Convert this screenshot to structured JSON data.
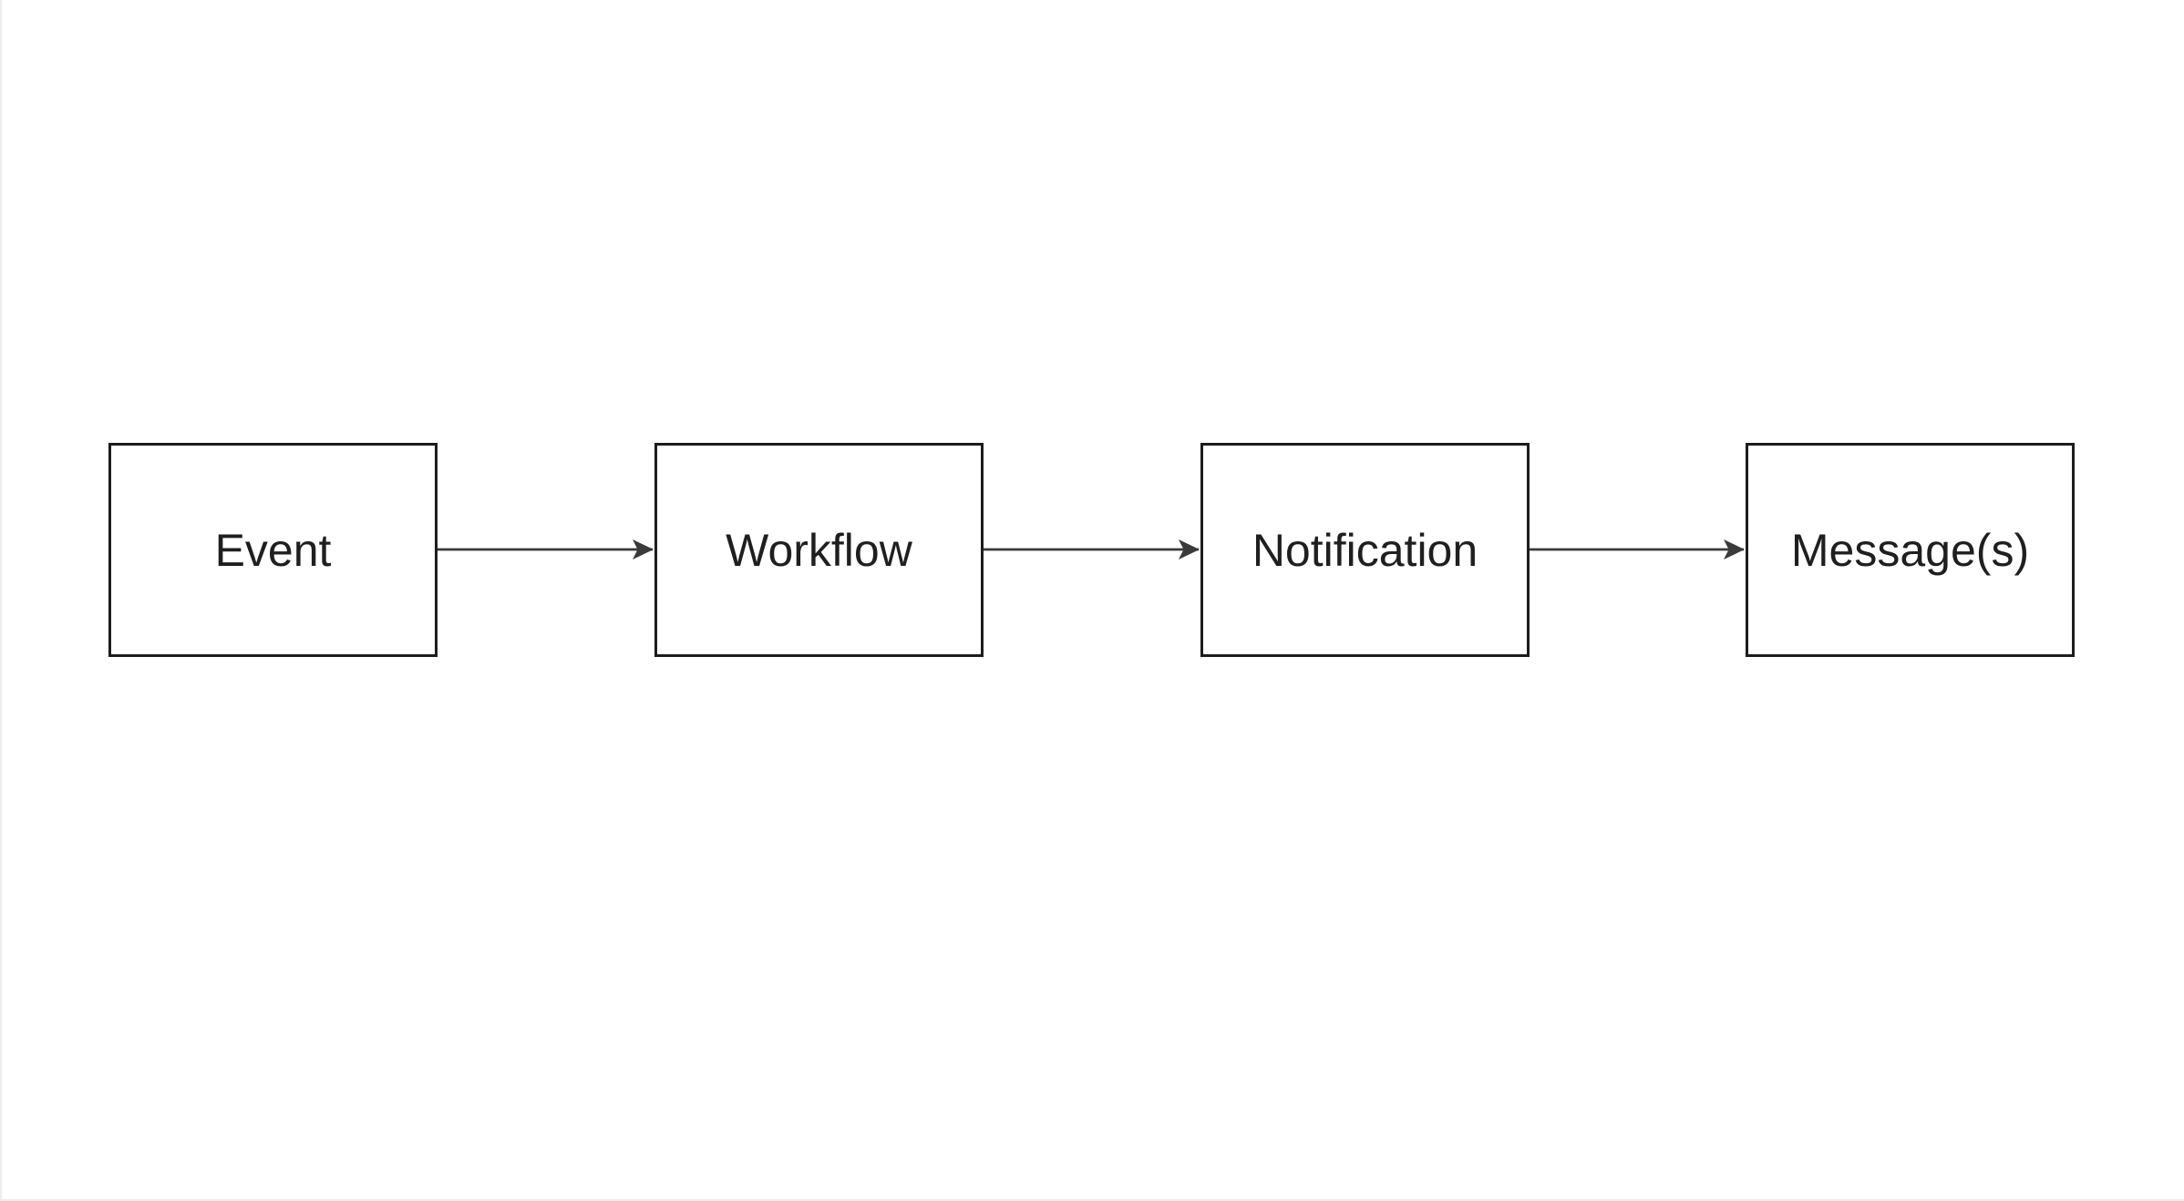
{
  "colors": {
    "background": "#ffffff",
    "node-fill": "#ffffff",
    "node-border": "#1d1d1d",
    "node-text": "#1f1f1f",
    "arrow": "#3a3a3a",
    "frame-line": "#ececec"
  },
  "diagram": {
    "type": "flowchart-left-to-right",
    "nodes": [
      {
        "id": "event",
        "label": "Event"
      },
      {
        "id": "workflow",
        "label": "Workflow"
      },
      {
        "id": "notification",
        "label": "Notification"
      },
      {
        "id": "messages",
        "label": "Message(s)"
      }
    ],
    "edges": [
      {
        "from": "event",
        "to": "workflow"
      },
      {
        "from": "workflow",
        "to": "notification"
      },
      {
        "from": "notification",
        "to": "messages"
      }
    ]
  }
}
